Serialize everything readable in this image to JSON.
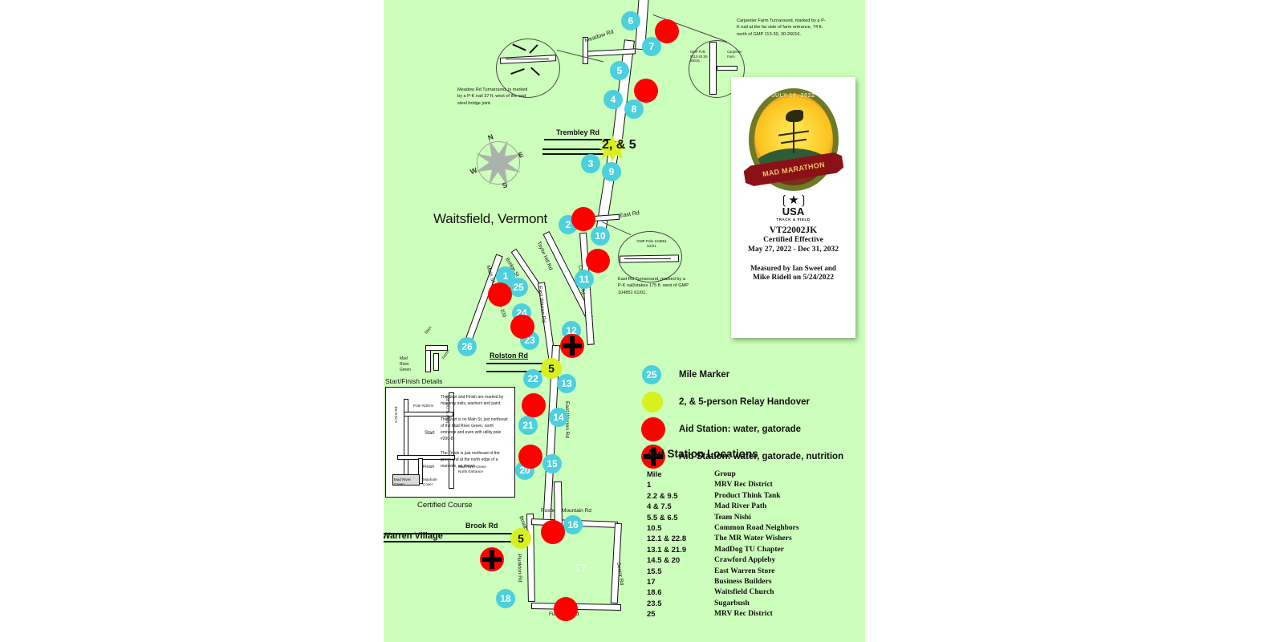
{
  "map": {
    "town_label": "Waitsfield, Vermont",
    "village_label": "Warren Village",
    "certified_course_caption": "Certified Course",
    "start_finish_title": "Start/Finish Details",
    "compass": {
      "n": "N",
      "e": "E",
      "s": "S",
      "w": "W"
    },
    "roads": [
      {
        "name": "Meadow Rd"
      },
      {
        "name": "Trembley Rd"
      },
      {
        "name": "East Rd"
      },
      {
        "name": "Rolston Rd"
      },
      {
        "name": "Brook Rd"
      },
      {
        "name": "Bridge St"
      },
      {
        "name": "Taylor Hill Rd"
      },
      {
        "name": "East Warren Rd"
      },
      {
        "name": "Common Rd"
      },
      {
        "name": "Main St / VT Route 100"
      },
      {
        "name": "Roxbury Mountain Rd"
      },
      {
        "name": "Plunkton Rd"
      },
      {
        "name": "Senior Rd"
      },
      {
        "name": "Fuller Hill Rd"
      },
      {
        "name": "Start"
      },
      {
        "name": "Finish"
      },
      {
        "name": "Mad River Green"
      }
    ],
    "relay_label_trembley": "2, & 5",
    "relay_label_rolston": "5",
    "relay_label_brook": "5",
    "notes": {
      "meadow": "Meadow Rd Turnaround, is marked by a P-K nail 37 ft. west of the end steel bridge joint.",
      "carpenter": "Carpenter Farm Turnaround, marked by a P-K nail at the far side of farm entrance, 74 ft. north of GMP 113-30, 30-26016.",
      "east": "East Rd Turnaround, marked by a P-K nail/stakes 175 ft. west of GMP 104851 61/01.",
      "gmp_pole_carpenter": "GMP Pole #113-30 30-26016",
      "gmp_pole_east": "GMP Pole 104851 61/01",
      "carpenter_farm": "Carpenter Farm"
    },
    "start_finish": {
      "p1": "The Start and Finish are marked by masonry nails, washers and paint.",
      "p2": "The Start is on Main St, just northeast of the Mad River Green, north entrance and even with utility pole #200-8.",
      "p3": "The Finish is just northeast of the green and at the north edge of a manhole, as shown.",
      "pole": "Pole #200-9",
      "start": "Start",
      "finish": "Finish",
      "main_st": "Main St / VT 100",
      "street_rd": "S First Rd",
      "green": "Mad River Green",
      "manhole": "Manhole Cover",
      "north_entrance": "Mad River Green North Entrance"
    },
    "mile_markers": [
      1,
      2,
      3,
      4,
      5,
      6,
      7,
      8,
      9,
      10,
      11,
      12,
      13,
      14,
      15,
      16,
      17,
      18,
      20,
      21,
      22,
      23,
      24,
      25,
      26
    ]
  },
  "legend": {
    "items": [
      {
        "icon": "mile-marker-icon",
        "sample": "25",
        "label": "Mile Marker"
      },
      {
        "icon": "relay-handover-icon",
        "sample": "",
        "label": "2, & 5-person Relay Handover"
      },
      {
        "icon": "aid-station-icon",
        "sample": "",
        "label": "Aid Station: water, gatorade"
      },
      {
        "icon": "aid-station-nutrition-icon",
        "sample": "",
        "label": "Aid Station: water, gatorade, nutrition"
      }
    ]
  },
  "aid_table": {
    "title": "Aid Station Locations",
    "columns": [
      "Mile",
      "Group"
    ],
    "rows": [
      {
        "mile": "1",
        "group": "MRV Rec District"
      },
      {
        "mile": "2.2 & 9.5",
        "group": "Product Think Tank"
      },
      {
        "mile": "4 & 7.5",
        "group": "Mad River Path"
      },
      {
        "mile": "5.5 & 6.5",
        "group": "Team Nishi"
      },
      {
        "mile": "10.5",
        "group": "Common Road Neighbors"
      },
      {
        "mile": "12.1 & 22.8",
        "group": "The MR Water Wishers"
      },
      {
        "mile": "13.1 & 21.9",
        "group": "MadDog TU Chapter"
      },
      {
        "mile": "14.5 & 20",
        "group": "Crawford Appleby"
      },
      {
        "mile": "15.5",
        "group": "East Warren Store"
      },
      {
        "mile": "17",
        "group": "Business Builders"
      },
      {
        "mile": "18.6",
        "group": "Waitsfield Church"
      },
      {
        "mile": "23.5",
        "group": "Sugarbush"
      },
      {
        "mile": "25",
        "group": "MRV Rec District"
      }
    ]
  },
  "certificate": {
    "logo_date": "JULY 10, 2022",
    "logo_name": "MAD MARATHON",
    "usatf_usa": "USA",
    "usatf_sub": "TRACK & FIELD",
    "cert_id": "VT22002JK",
    "cert_effective": "Certified Effective",
    "cert_dates": "May 27, 2022 - Dec 31, 2032",
    "measured_line1": "Measured by Ian Sweet and",
    "measured_line2": "Mike Ridell on 5/24/2022"
  },
  "colors": {
    "map_background": "#CCFFBB",
    "mile_marker": "#4DD0DD",
    "relay": "#D8F01E",
    "aid_station": "#FF0000",
    "road_outline": "#111111"
  }
}
